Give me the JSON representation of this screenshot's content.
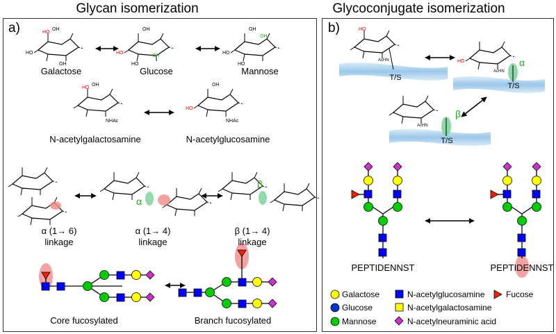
{
  "titles": {
    "left": "Glycan isomerization",
    "right": "Glycoconjugate isomerization"
  },
  "panels": {
    "a": "a)",
    "b": "b)"
  },
  "monosaccharides": {
    "galactose": "Galactose",
    "glucose": "Glucose",
    "mannose": "Mannose",
    "galnac": "N-acetylgalactosamine",
    "glcnac": "N-acetylglucosamine"
  },
  "linkages": [
    {
      "type": "α (1→ 6)",
      "word": "linkage"
    },
    {
      "type": "α (1→ 4)",
      "word": "linkage"
    },
    {
      "type": "β (1→ 4)",
      "word": "linkage"
    }
  ],
  "fucosylation": {
    "core": "Core fucosylated",
    "branch": "Branch fucosylated"
  },
  "glycoconjugate": {
    "site": "T/S",
    "alpha": "α",
    "beta": "β",
    "peptide_left": "PEPTIDENNST",
    "peptide_right": "PEPTIDENNST"
  },
  "legend": {
    "galactose": "Galactose",
    "glucose": "Glucose",
    "mannose": "Mannose",
    "glcnac": "N-acetylglucosamine",
    "galnac": "N-acetylgalactosamine",
    "neu5ac": "N-acetylneuraminic acid",
    "fucose": "Fucose"
  },
  "colors": {
    "galactose": "#ffff00",
    "glucose": "#0033cc",
    "mannose": "#00cc00",
    "glcnac": "#0000ff",
    "galnac": "#ffff00",
    "neu5ac": "#cc33cc",
    "fucose": "#ee2200",
    "highlight_red": "#f08a8a",
    "highlight_green": "#7fd4a0",
    "protein": "#9cc8e8"
  }
}
